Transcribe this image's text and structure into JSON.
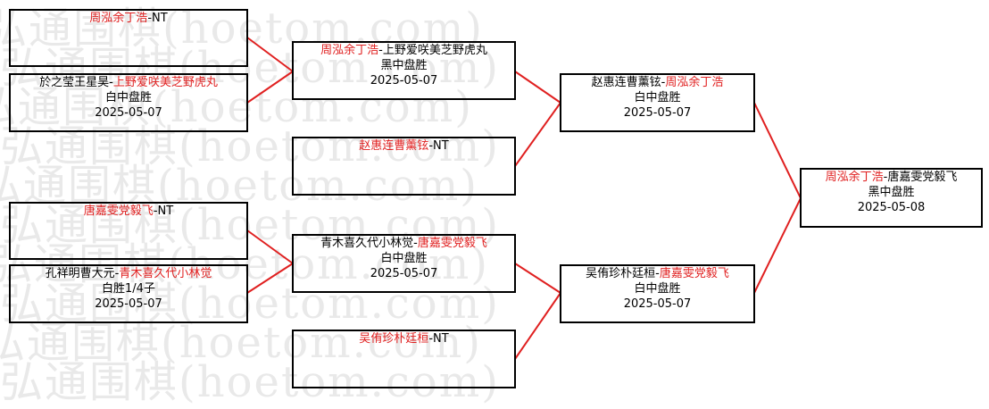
{
  "watermark": {
    "text": "弘通围棋(hoetom.com)"
  },
  "colors": {
    "winner": "#e02020",
    "connector": "#e02020",
    "box_border": "#000000"
  },
  "bracket": {
    "round1": [
      {
        "p1": "周泓余丁浩",
        "sep": "-",
        "p2": "NT",
        "winner": "p1",
        "result": "",
        "date": ""
      },
      {
        "p1": "於之莹王星昊",
        "sep": "-",
        "p2": "上野爱咲美芝野虎丸",
        "winner": "p2",
        "result": "白中盘胜",
        "date": "2025-05-07"
      },
      {
        "p1": "唐嘉雯党毅飞",
        "sep": "-",
        "p2": "NT",
        "winner": "p1",
        "result": "",
        "date": ""
      },
      {
        "p1": "孔祥明曹大元",
        "sep": "-",
        "p2": "青木喜久代小林觉",
        "winner": "p2",
        "result": "白胜1/4子",
        "date": "2025-05-07"
      }
    ],
    "round2": [
      {
        "p1": "周泓余丁浩",
        "sep": "-",
        "p2": "上野爱咲美芝野虎丸",
        "winner": "p1",
        "result": "黑中盘胜",
        "date": "2025-05-07"
      },
      {
        "p1": "赵惠连曹薰铉",
        "sep": "-",
        "p2": "NT",
        "winner": "p1",
        "result": "",
        "date": ""
      },
      {
        "p1": "青木喜久代小林觉",
        "sep": "-",
        "p2": "唐嘉雯党毅飞",
        "winner": "p2",
        "result": "白中盘胜",
        "date": "2025-05-07"
      },
      {
        "p1": "吴侑珍朴廷桓",
        "sep": "-",
        "p2": "NT",
        "winner": "p1",
        "result": "",
        "date": ""
      }
    ],
    "round3": [
      {
        "p1": "赵惠连曹薰铉",
        "sep": "-",
        "p2": "周泓余丁浩",
        "winner": "p2",
        "result": "白中盘胜",
        "date": "2025-05-07"
      },
      {
        "p1": "吴侑珍朴廷桓",
        "sep": "-",
        "p2": "唐嘉雯党毅飞",
        "winner": "p2",
        "result": "白中盘胜",
        "date": "2025-05-07"
      }
    ],
    "final": [
      {
        "p1": "周泓余丁浩",
        "sep": "-",
        "p2": "唐嘉雯党毅飞",
        "winner": "p1",
        "result": "黑中盘胜",
        "date": "2025-05-08"
      }
    ]
  }
}
